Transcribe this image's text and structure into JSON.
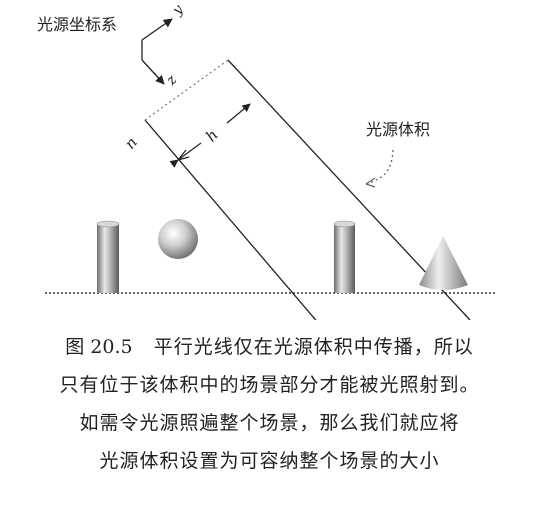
{
  "figure": {
    "coord_system_label": "光源坐标系",
    "volume_label": "光源体积",
    "axes": {
      "y": "y",
      "z": "z",
      "n": "n",
      "h": "h"
    }
  },
  "caption": {
    "number": "图 20.5",
    "lines": [
      "平行光线仅在光源体积中传播，所以",
      "只有位于该体积中的场景部分才能被光照射到。",
      "如需令光源照遍整个场景，那么我们就应将",
      "光源体积设置为可容纳整个场景的大小"
    ]
  }
}
